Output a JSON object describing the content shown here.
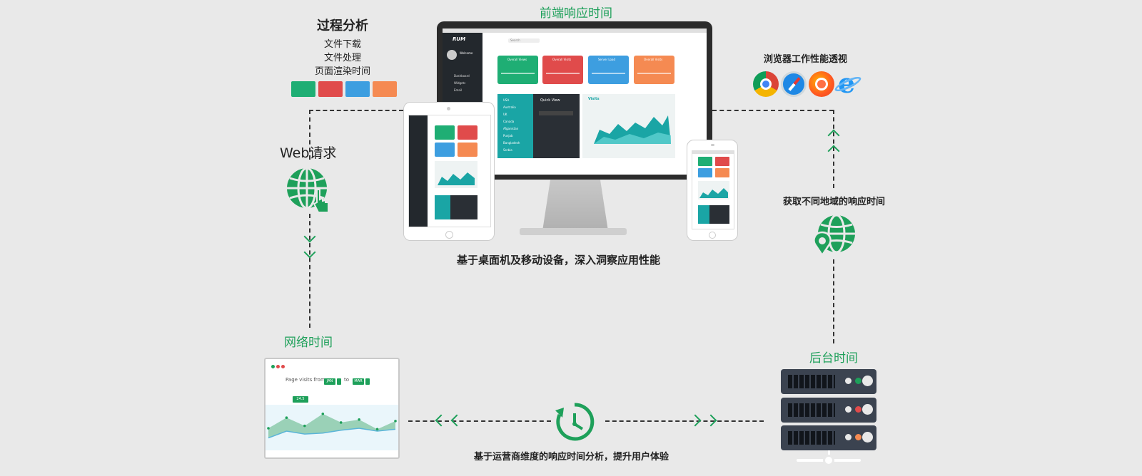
{
  "labels": {
    "frontend_time": "前端响应时间",
    "process_title": "过程分析",
    "process_items": [
      "文件下载",
      "文件处理",
      "页面渲染时间"
    ],
    "browser_perf": "浏览器工作性能透视",
    "web_request": "Web请求",
    "region_time": "获取不同地域的响应时间",
    "desktop_mobile": "基于桌面机及移动设备，深入洞察应用性能",
    "network_time": "网络时间",
    "backend_time": "后台时间",
    "operator_analysis": "基于运营商维度的响应时间分析，提升用户体验"
  },
  "colors": {
    "accent": "#1ea05a",
    "card_green": "#1fae74",
    "card_red": "#e04b4b",
    "card_blue": "#3d9ee0",
    "card_orange": "#f58a52",
    "teal": "#1aa5a5",
    "dark": "#23282d"
  },
  "icons": {
    "browsers": [
      "chrome-icon",
      "safari-icon",
      "firefox-icon",
      "ie-icon"
    ],
    "web_request": "globe-hand-icon",
    "region": "globe-pin-icon",
    "timer": "clock-refresh-icon",
    "servers": "server-rack-icon"
  },
  "dashboard": {
    "logo": "RUM",
    "search": "Search",
    "welcome": "Welcome",
    "quick_view": "Quick View",
    "visits": "Visits",
    "card_titles": [
      "Overall Views",
      "Overall Visits",
      "Server Load",
      "Overall Visits"
    ],
    "nav": [
      "Dashboard",
      "Widgets",
      "Email"
    ],
    "countries": [
      "USA",
      "Australia",
      "UK",
      "Canada",
      "Afganistan",
      "Punjab",
      "Bangladesh",
      "Serbia"
    ]
  },
  "network_chart": {
    "title": "Page visits from",
    "from": "JAN",
    "to_label": "to",
    "to": "MAR",
    "tooltip": "24.5 Visit",
    "series_a": [
      40,
      62,
      45,
      70,
      52,
      58,
      38,
      55
    ],
    "series_b": [
      20,
      34,
      28,
      30,
      36,
      40,
      34,
      38
    ]
  }
}
